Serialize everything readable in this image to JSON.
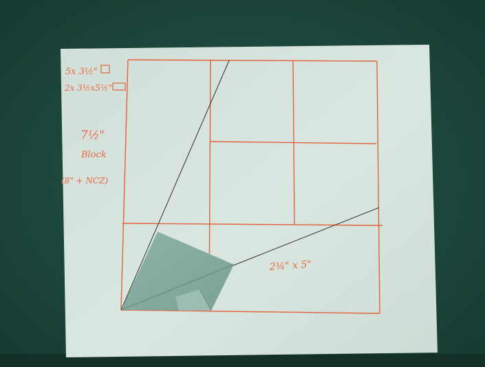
{
  "notes": {
    "line1": "5x 3½\"",
    "line2": "2x 3½x5½\"",
    "block_size": "7½\"",
    "block_word": "Block",
    "block_extra": "(8\" + NCZ)",
    "side_label": "2¾\" x 5\""
  },
  "colors": {
    "mat": "#1f4a3e",
    "paper": "#d5e2dc",
    "ink": "#e2613d",
    "fabric": "#89aea2"
  }
}
